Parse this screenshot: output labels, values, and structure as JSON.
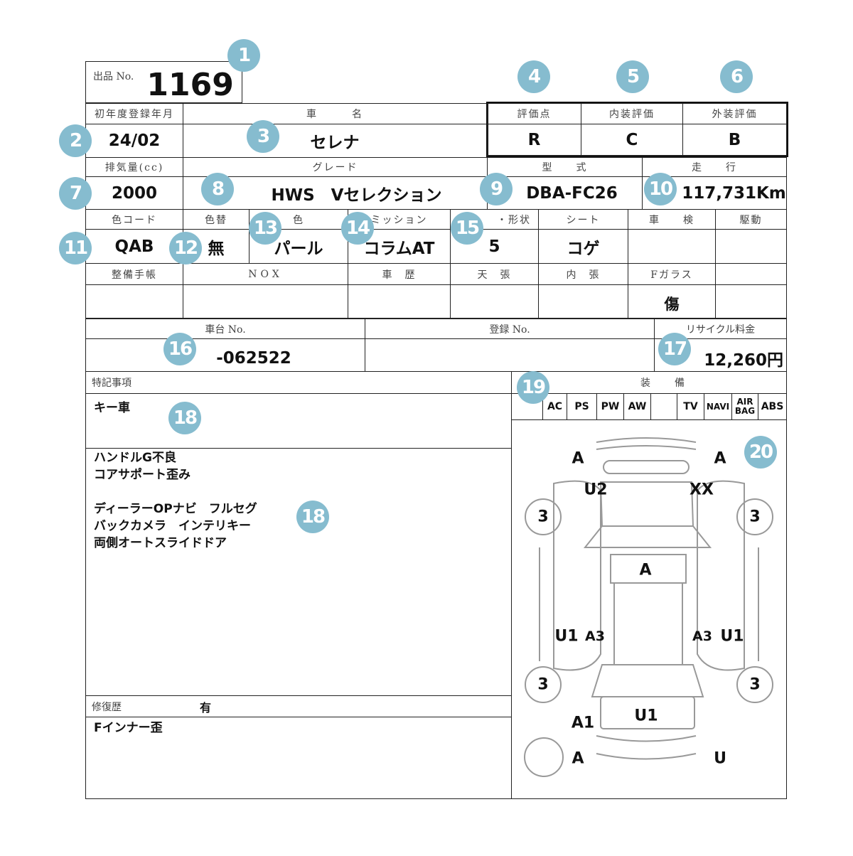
{
  "lot": {
    "label": "出品 No.",
    "value": "1169"
  },
  "row1": {
    "h": [
      "初年度登録年月",
      "車　　　名",
      "評価点",
      "内装評価",
      "外装評価"
    ],
    "v": [
      "24/02",
      "セレナ",
      "R",
      "C",
      "B"
    ]
  },
  "row2": {
    "h": [
      "排気量(cc)",
      "グレード",
      "型　　式",
      "走　　行"
    ],
    "v": [
      "2000",
      "HWS　Vセレクション",
      "DBA-FC26",
      "117,731Km"
    ]
  },
  "row3": {
    "h": [
      "色コード",
      "色替",
      "色",
      "ミッション",
      "・形状",
      "シート",
      "車　　検",
      "駆動"
    ],
    "v": [
      "QAB",
      "無",
      "パール",
      "コラムAT",
      "5",
      "コゲ",
      "",
      ""
    ]
  },
  "row4": {
    "h": [
      "整備手帳",
      "NOX",
      "車　歴",
      "天　張",
      "内　張",
      "Fガラス",
      ""
    ],
    "v": [
      "",
      "",
      "",
      "",
      "",
      "傷",
      ""
    ]
  },
  "row5": {
    "h": [
      "車台 No.",
      "登録 No.",
      "リサイクル料金"
    ],
    "v": [
      "-062522",
      "",
      "12,260円"
    ]
  },
  "notes": {
    "label": "特記事項",
    "key": "キー車",
    "lines": [
      "ハンドルG不良",
      "コアサポート歪み",
      "",
      "ディーラーOPナビ　フルセグ",
      "バックカメラ　インテリキー",
      "両側オートスライドドア"
    ]
  },
  "repair": {
    "label": "修復歴",
    "value": "有",
    "detail": "Fインナー歪"
  },
  "equipment": {
    "label": "装　　備",
    "items": [
      "",
      "AC",
      "PS",
      "PW",
      "AW",
      "",
      "TV",
      "NAVI",
      "AIR BAG",
      "ABS"
    ]
  },
  "diagram": {
    "marks": [
      "A",
      "A",
      "U2",
      "XX",
      "3",
      "3",
      "A",
      "U1",
      "A3",
      "A3",
      "U1",
      "3",
      "3",
      "U1",
      "A1",
      "A",
      "U"
    ]
  },
  "badges": [
    "1",
    "2",
    "3",
    "4",
    "5",
    "6",
    "7",
    "8",
    "9",
    "10",
    "11",
    "12",
    "13",
    "14",
    "15",
    "16",
    "17",
    "18",
    "18",
    "19",
    "20"
  ],
  "colors": {
    "badge": "#86bccf"
  }
}
